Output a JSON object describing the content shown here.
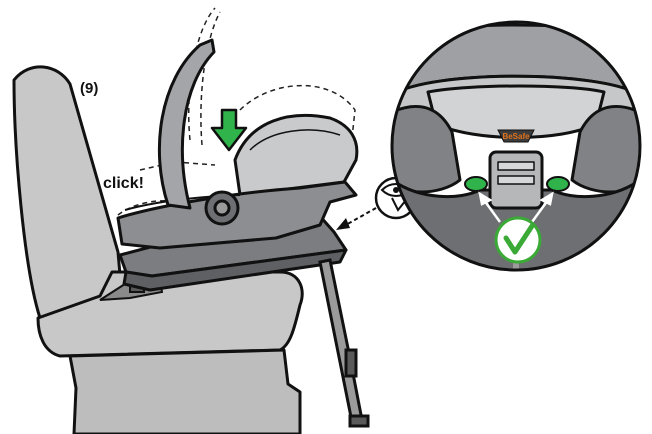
{
  "step": "(9)",
  "click_text": "click!",
  "brand": "BeSafe",
  "colors": {
    "green": "#2fb34a",
    "check_green": "#3aa935",
    "seat_gray": "#c8c8c8",
    "dark_gray": "#6d6f73",
    "outline": "#111111",
    "brand_orange": "#e2731c"
  }
}
